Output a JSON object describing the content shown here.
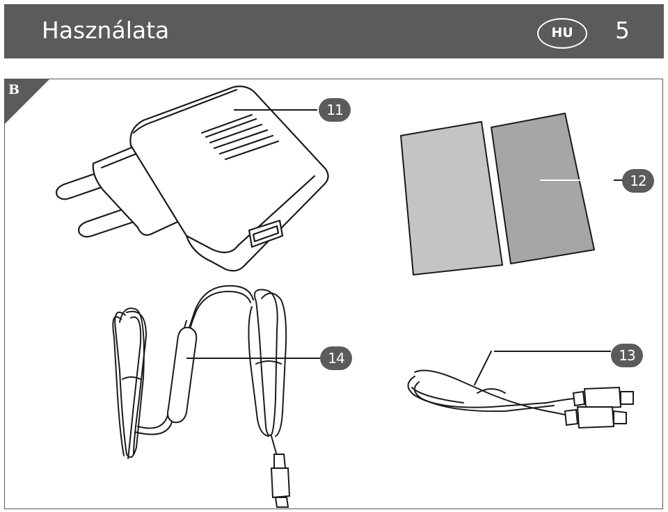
{
  "header": {
    "title": "Használata",
    "language": "HU",
    "page_number": "5"
  },
  "figure": {
    "label": "B",
    "callouts": {
      "charger": "11",
      "pads": "12",
      "usb_cable": "13",
      "heating_cable": "14"
    }
  },
  "colors": {
    "header_bg": "#5b5b5b",
    "pad_light": "#c4c4c4",
    "pad_dark": "#a6a6a6"
  }
}
